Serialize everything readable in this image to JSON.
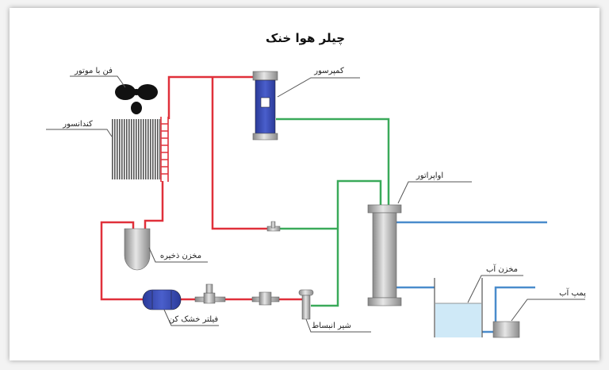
{
  "title": "چیلر هوا خنک",
  "labels": {
    "fan": "فن با موتور",
    "condenser": "کندانسور",
    "compressor": "کمپرسور",
    "evaporator": "اواپراتور",
    "receiver": "مخزن ذخیره",
    "filter_drier": "فیلتر خشک کن",
    "expansion_valve": "شیر انبساط",
    "water_tank": "مخزن آب",
    "water_pump": "پمپ آب"
  },
  "colors": {
    "hot_line": "#e0303a",
    "cold_line": "#3aaa5a",
    "water_line": "#4a8ccc",
    "compressor": "#3b4fb0",
    "filter_drier": "#3b4fb0"
  }
}
